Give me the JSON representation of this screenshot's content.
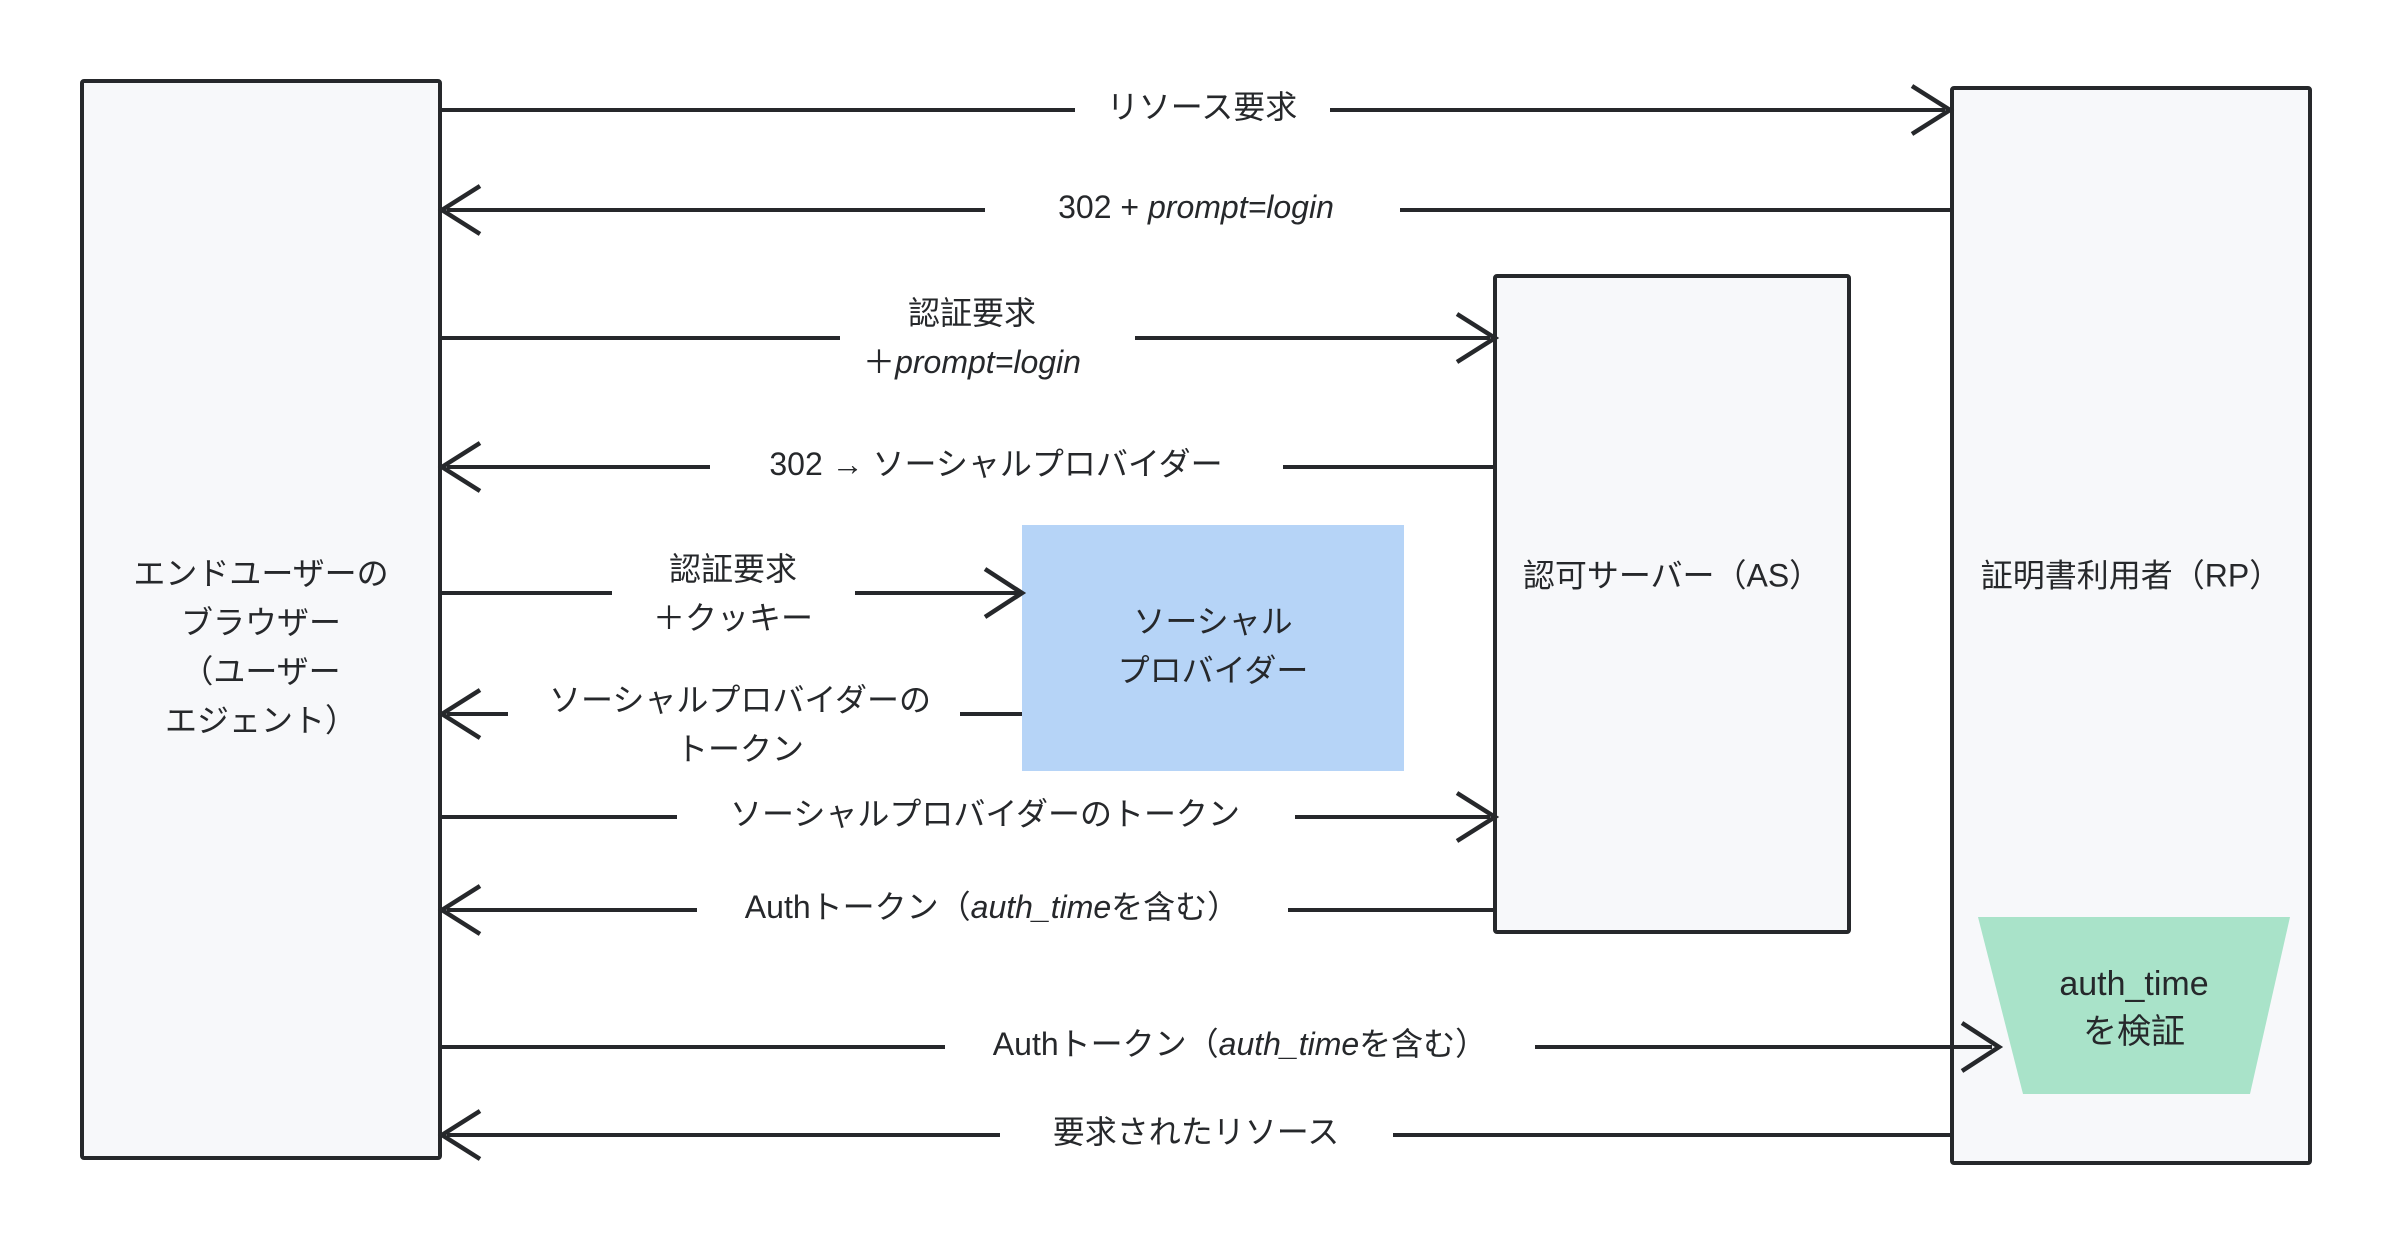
{
  "diagram": {
    "type": "sequence-diagram",
    "title": "",
    "background_color": "#ffffff",
    "line_color": "#26282b",
    "actor_fill": "#f7f8fa",
    "social_provider_fill": "#b6d4f7",
    "note_fill": "#a9e3c9",
    "actors": [
      {
        "id": "browser",
        "lines": [
          "エンドユーザーの",
          "ブラウザー",
          "（ユーザー",
          "エジェント）"
        ]
      },
      {
        "id": "social_provider",
        "lines": [
          "ソーシャル",
          "プロバイダー"
        ]
      },
      {
        "id": "auth_server",
        "lines": [
          "認可サーバー（AS）"
        ]
      },
      {
        "id": "relying_party",
        "lines": [
          "証明書利用者（RP）"
        ]
      }
    ],
    "note": {
      "id": "verify-auth-time",
      "lines": [
        "auth_time",
        "を検証"
      ]
    },
    "messages": [
      {
        "index": 1,
        "from": "browser",
        "to": "relying_party",
        "direction": "right",
        "lines": [
          {
            "plain": "リソース要求"
          }
        ]
      },
      {
        "index": 2,
        "from": "relying_party",
        "to": "browser",
        "direction": "left",
        "lines": [
          {
            "plain": "302 + ",
            "italic": "prompt=login"
          }
        ]
      },
      {
        "index": 3,
        "from": "browser",
        "to": "auth_server",
        "direction": "right",
        "lines": [
          {
            "plain": "認証要求"
          },
          {
            "plain": "＋",
            "italic": "prompt=login"
          }
        ]
      },
      {
        "index": 4,
        "from": "auth_server",
        "to": "browser",
        "direction": "left",
        "lines": [
          {
            "plain": "302 → ソーシャルプロバイダー"
          }
        ]
      },
      {
        "index": 5,
        "from": "browser",
        "to": "social_provider",
        "direction": "right",
        "lines": [
          {
            "plain": "認証要求"
          },
          {
            "plain": "＋クッキー"
          }
        ]
      },
      {
        "index": 6,
        "from": "social_provider",
        "to": "browser",
        "direction": "left",
        "lines": [
          {
            "plain": "ソーシャルプロバイダーの"
          },
          {
            "plain": "トークン"
          }
        ]
      },
      {
        "index": 7,
        "from": "browser",
        "to": "auth_server",
        "direction": "right",
        "lines": [
          {
            "plain": "ソーシャルプロバイダーのトークン"
          }
        ]
      },
      {
        "index": 8,
        "from": "auth_server",
        "to": "browser",
        "direction": "left",
        "lines": [
          {
            "plain": "Authトークン（",
            "italic": "auth_time",
            "plain_after": "を含む）"
          }
        ]
      },
      {
        "index": 9,
        "from": "browser",
        "to": "relying_party",
        "direction": "right",
        "lines": [
          {
            "plain": "Authトークン（",
            "italic": "auth_time",
            "plain_after": "を含む）"
          }
        ]
      },
      {
        "index": 10,
        "from": "relying_party",
        "to": "browser",
        "direction": "left",
        "lines": [
          {
            "plain": "要求されたリソース"
          }
        ]
      }
    ]
  }
}
